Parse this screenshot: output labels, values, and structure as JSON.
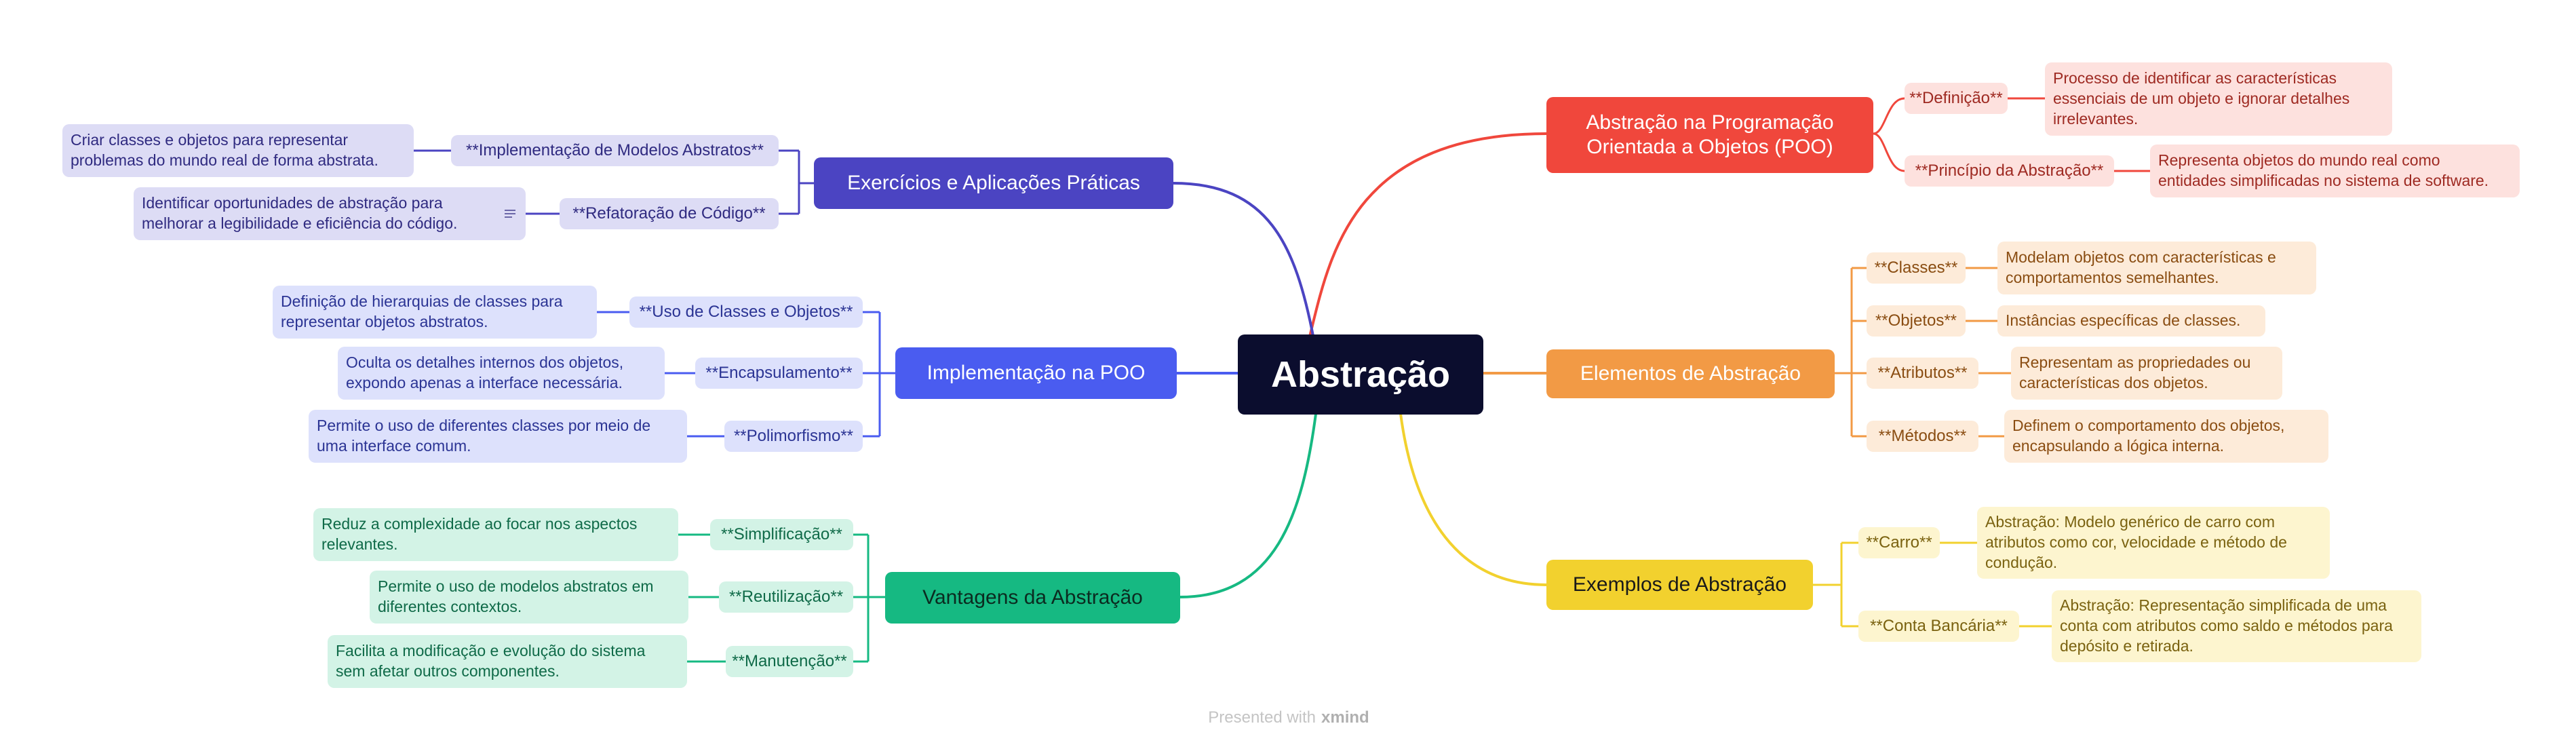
{
  "central": "Abstração",
  "colors": {
    "central": "#0b0d2e",
    "red": "#f0473c",
    "orange": "#f29a45",
    "yellow": "#f2d12e",
    "green": "#16b982",
    "blue": "#4a5cf0",
    "indigo": "#4b44c2"
  },
  "branches": {
    "poo": {
      "title": "Abstração na Programação Orientada a Objetos (POO)",
      "subs": [
        {
          "label": "**Definição**",
          "leaf": "Processo de identificar as características essenciais de um objeto e ignorar detalhes irrelevantes."
        },
        {
          "label": "**Princípio da Abstração**",
          "leaf": "Representa objetos do mundo real como entidades simplificadas no sistema de software."
        }
      ]
    },
    "elementos": {
      "title": "Elementos de Abstração",
      "subs": [
        {
          "label": "**Classes**",
          "leaf": "Modelam objetos com características e comportamentos semelhantes."
        },
        {
          "label": "**Objetos**",
          "leaf": "Instâncias específicas de classes."
        },
        {
          "label": "**Atributos**",
          "leaf": "Representam as propriedades ou características dos objetos."
        },
        {
          "label": "**Métodos**",
          "leaf": "Definem o comportamento dos objetos, encapsulando a lógica interna."
        }
      ]
    },
    "exemplos": {
      "title": "Exemplos de Abstração",
      "subs": [
        {
          "label": "**Carro**",
          "leaf": "Abstração: Modelo genérico de carro com atributos como cor, velocidade e método de condução."
        },
        {
          "label": "**Conta Bancária**",
          "leaf": "Abstração: Representação simplificada de uma conta com atributos como saldo e métodos para depósito e retirada."
        }
      ]
    },
    "exercicios": {
      "title": "Exercícios e Aplicações Práticas",
      "subs": [
        {
          "label": "**Implementação de Modelos Abstratos**",
          "leaf": "Criar classes e objetos para representar problemas do mundo real de forma abstrata."
        },
        {
          "label": "**Refatoração de Código**",
          "leaf": "Identificar oportunidades de abstração para melhorar a legibilidade e eficiência do código."
        }
      ]
    },
    "implementacao": {
      "title": "Implementação na POO",
      "subs": [
        {
          "label": "**Uso de Classes e Objetos**",
          "leaf": "Definição de hierarquias de classes para representar objetos abstratos."
        },
        {
          "label": "**Encapsulamento**",
          "leaf": "Oculta os detalhes internos dos objetos, expondo apenas a interface necessária."
        },
        {
          "label": "**Polimorfismo**",
          "leaf": "Permite o uso de diferentes classes por meio de uma interface comum."
        }
      ]
    },
    "vantagens": {
      "title": "Vantagens da Abstração",
      "subs": [
        {
          "label": "**Simplificação**",
          "leaf": "Reduz a complexidade ao focar nos aspectos relevantes."
        },
        {
          "label": "**Reutilização**",
          "leaf": "Permite o uso de modelos abstratos em diferentes contextos."
        },
        {
          "label": "**Manutenção**",
          "leaf": "Facilita a modificação e evolução do sistema sem afetar outros componentes."
        }
      ]
    }
  },
  "icons": {
    "note": "note-icon"
  },
  "footer": {
    "prefix": "Presented with",
    "brand": "xmind"
  }
}
